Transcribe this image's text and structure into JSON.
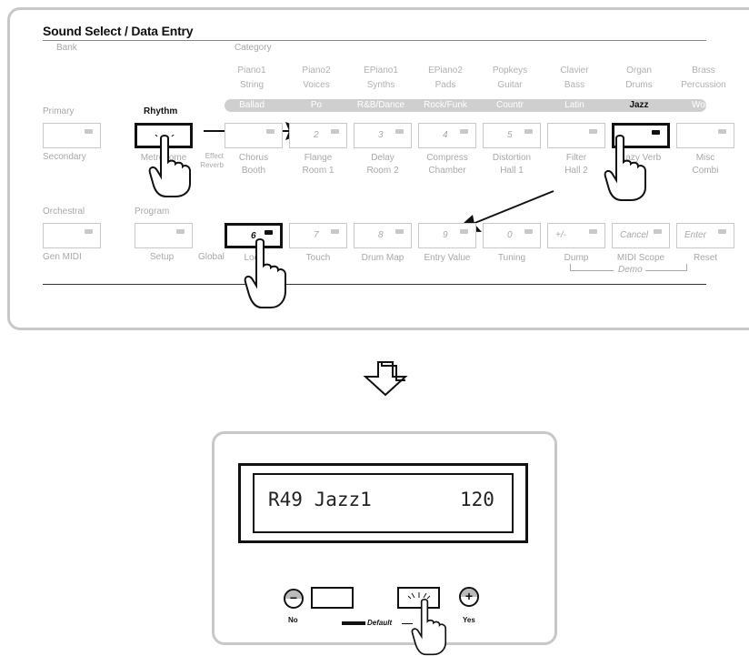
{
  "panel": {
    "title": "Sound Select / Data Entry",
    "bank_label": "Bank",
    "category_label": "Category",
    "program_label": "Program",
    "effect_label": "Effect",
    "reverb_label": "Reverb",
    "global_label": "Global",
    "bank_primary": "Primary",
    "bank_secondary": "Secondary",
    "bank_orchestral": "Orchestral",
    "bank_gen_midi": "Gen MIDI",
    "rhythm_label": "Rhythm",
    "setup_label": "Setup",
    "demo_label": "Demo",
    "categories": [
      {
        "line1": "Piano1",
        "line2": "String",
        "sub": "Ballad",
        "active": false
      },
      {
        "line1": "Piano2",
        "line2": "Voices",
        "sub": "Po",
        "active": false
      },
      {
        "line1": "EPiano1",
        "line2": "Synths",
        "sub": "R&B/Dance",
        "active": false
      },
      {
        "line1": "EPiano2",
        "line2": "Pads",
        "sub": "Rock/Funk",
        "active": false
      },
      {
        "line1": "Popkeys",
        "line2": "Guitar",
        "sub": "Countr",
        "active": false
      },
      {
        "line1": "Clavier",
        "line2": "Bass",
        "sub": "Latin",
        "active": false
      },
      {
        "line1": "Organ",
        "line2": "Drums",
        "sub": "Jazz",
        "active": true
      },
      {
        "line1": "Brass",
        "line2": "Percussion",
        "sub": "World",
        "active": false
      }
    ],
    "row1_buttons": [
      {
        "num": "",
        "line1": "Metronome",
        "line2": "",
        "active": true
      },
      {
        "num": "",
        "line1": "Chorus",
        "line2": "Booth",
        "active": false
      },
      {
        "num": "2",
        "line1": "Flange",
        "line2": "Room 1",
        "active": false
      },
      {
        "num": "3",
        "line1": "Delay",
        "line2": "Room 2",
        "active": false
      },
      {
        "num": "4",
        "line1": "Compress",
        "line2": "Chamber",
        "active": false
      },
      {
        "num": "5",
        "line1": "Distortion",
        "line2": "Hall 1",
        "active": false
      },
      {
        "num": "",
        "line1": "Filter",
        "line2": "Hall 2",
        "active": false
      },
      {
        "num": "",
        "line1": "Lazy Verb",
        "line2": "",
        "active": true
      },
      {
        "num": "",
        "line1": "Misc",
        "line2": "Combi",
        "active": false
      }
    ],
    "row2_buttons": [
      {
        "num": "6",
        "label": "Lock",
        "active": true
      },
      {
        "num": "7",
        "label": "Touch",
        "active": false
      },
      {
        "num": "8",
        "label": "Drum Map",
        "active": false
      },
      {
        "num": "9",
        "label": "Entry Value",
        "active": false
      },
      {
        "num": "0",
        "label": "Tuning",
        "active": false
      },
      {
        "num": "+/-",
        "label": "Dump",
        "active": false
      },
      {
        "num": "Cancel",
        "label": "MIDI Scope",
        "active": false
      },
      {
        "num": "Enter",
        "label": "Reset",
        "active": false
      }
    ]
  },
  "display": {
    "text": "R49 Jazz1",
    "tempo": "120",
    "no_label": "No",
    "yes_label": "Yes",
    "minus_symbol": "−",
    "plus_symbol": "+",
    "default_label": "Default"
  },
  "colors": {
    "active": "#111111",
    "inactive": "#c8c8c8",
    "pill": "#cfcfcf"
  },
  "icons": [
    "pointing-hand-icon",
    "down-arrow-icon",
    "arrow-right-icon",
    "arrow-diagonal-icon"
  ]
}
